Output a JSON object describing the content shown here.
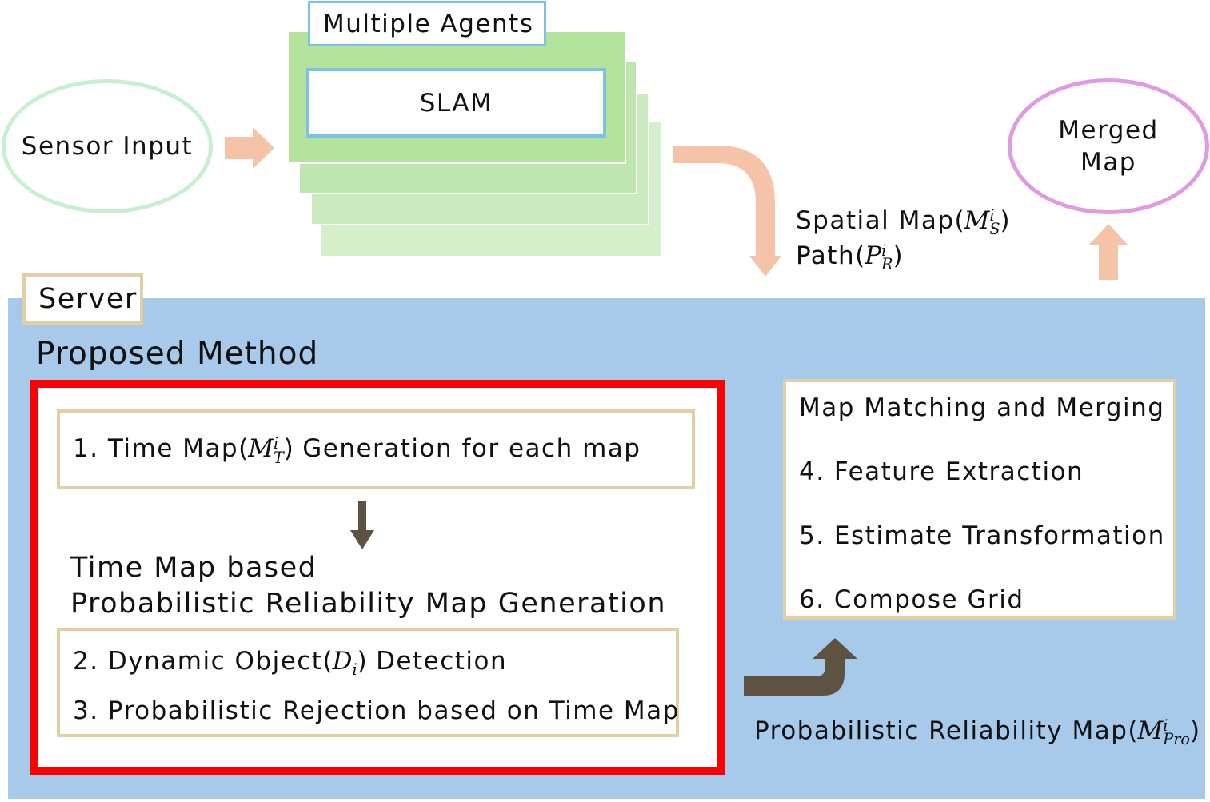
{
  "nodes": {
    "sensor_input": "Sensor Input",
    "multiple_agents": "Multiple Agents",
    "slam": "SLAM",
    "merged_map_line1": "Merged",
    "merged_map_line2": "Map"
  },
  "spatial_output": {
    "spatial_map_label": "Spatial Map",
    "spatial_map_symbol": "M",
    "spatial_map_sup": "i",
    "spatial_map_sub": "S",
    "path_label": "Path",
    "path_symbol": "P",
    "path_sup": "i",
    "path_sub": "R"
  },
  "server": {
    "label": "Server",
    "proposed_method_title": "Proposed Method",
    "step1_prefix": "1. Time Map",
    "step1_symbol": "M",
    "step1_sup": "i",
    "step1_sub": "T",
    "step1_suffix": "Generation for each map",
    "prm_heading_line1": "Time Map based",
    "prm_heading_line2": "Probabilistic Reliability Map Generation",
    "step2_prefix": "2. Dynamic Object",
    "step2_symbol": "D",
    "step2_sub": "i",
    "step2_suffix": "Detection",
    "step3": "3. Probabilistic Rejection based on Time Map",
    "matching_title": "Map Matching and Merging",
    "step4": "4. Feature Extraction",
    "step5": "5. Estimate Transformation",
    "step6": "6. Compose Grid",
    "prm_output_label": "Probabilistic Reliability Map",
    "prm_output_symbol": "M",
    "prm_output_sup": "i",
    "prm_output_sub": "Pro"
  },
  "colors": {
    "server_background": "#a7c9ea",
    "proposed_method_border": "#ff0000",
    "step_box_border": "#e2cfa4",
    "sensor_ellipse": "#c6f0cf",
    "merged_map_ellipse": "#e09be0",
    "agent_stack": "#b4e39e",
    "slam_border": "#7cc3e3",
    "light_arrow": "#f5c4a8",
    "dark_arrow": "#5e5342"
  }
}
